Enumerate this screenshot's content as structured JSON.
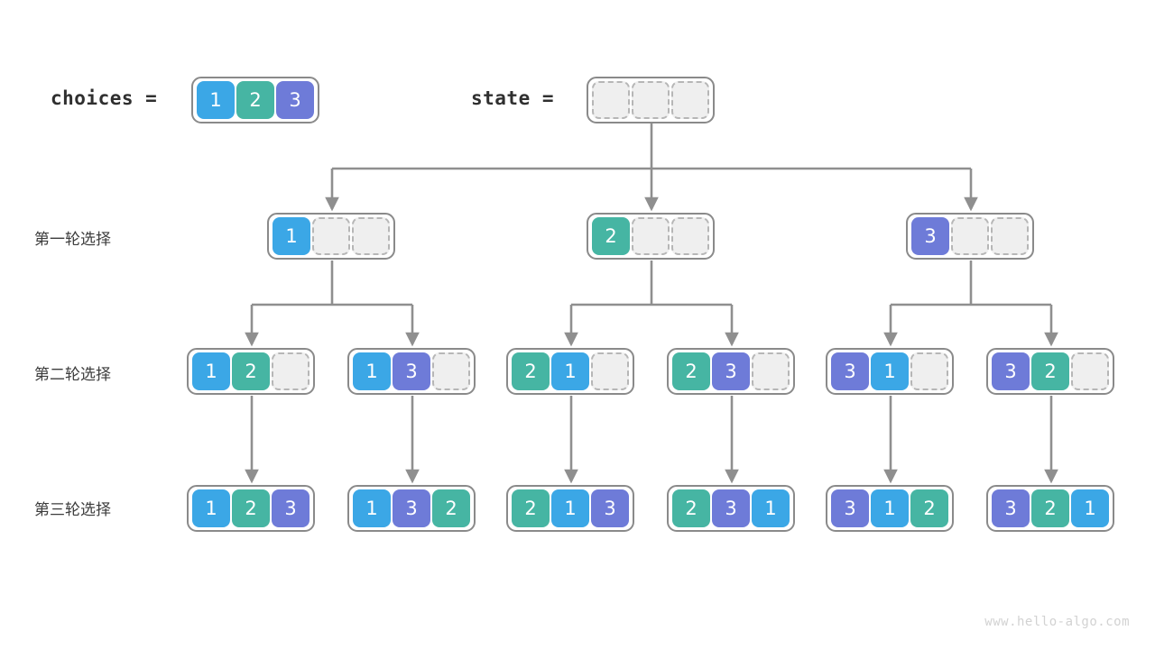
{
  "meta": {
    "title": "Permutation backtracking tree",
    "watermark": "www.hello-algo.com"
  },
  "palette": {
    "value_1": "#3BA7E6",
    "value_2": "#46B5A3",
    "value_3": "#6E7BD8",
    "empty_fill": "#efefef",
    "empty_border": "#b6b6b6",
    "node_border": "#8a8a8a",
    "wire": "#8f8f8f",
    "label_text": "#3c3c3c",
    "watermark_text": "#d2d2d2"
  },
  "header": {
    "choices_label": "choices =",
    "choices_values": [
      "1",
      "2",
      "3"
    ],
    "state_label": "state =",
    "state_values": [
      "",
      "",
      ""
    ]
  },
  "row_labels": [
    "第一轮选择",
    "第二轮选择",
    "第三轮选择"
  ],
  "levels": [
    {
      "label": "第一轮选择",
      "nodes": [
        {
          "cells": [
            "1",
            "",
            ""
          ]
        },
        {
          "cells": [
            "2",
            "",
            ""
          ]
        },
        {
          "cells": [
            "3",
            "",
            ""
          ]
        }
      ]
    },
    {
      "label": "第二轮选择",
      "nodes": [
        {
          "cells": [
            "1",
            "2",
            ""
          ]
        },
        {
          "cells": [
            "1",
            "3",
            ""
          ]
        },
        {
          "cells": [
            "2",
            "1",
            ""
          ]
        },
        {
          "cells": [
            "2",
            "3",
            ""
          ]
        },
        {
          "cells": [
            "3",
            "1",
            ""
          ]
        },
        {
          "cells": [
            "3",
            "2",
            ""
          ]
        }
      ]
    },
    {
      "label": "第三轮选择",
      "nodes": [
        {
          "cells": [
            "1",
            "2",
            "3"
          ]
        },
        {
          "cells": [
            "1",
            "3",
            "2"
          ]
        },
        {
          "cells": [
            "2",
            "1",
            "3"
          ]
        },
        {
          "cells": [
            "2",
            "3",
            "1"
          ]
        },
        {
          "cells": [
            "3",
            "1",
            "2"
          ]
        },
        {
          "cells": [
            "3",
            "2",
            "1"
          ]
        }
      ]
    }
  ]
}
